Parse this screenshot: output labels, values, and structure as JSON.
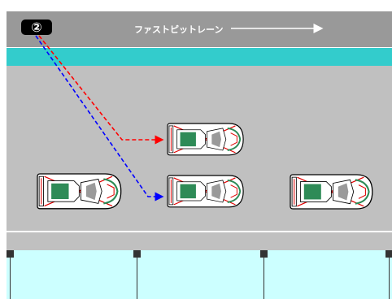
{
  "diagram": {
    "step_number": "②",
    "lane_label": "ファストピットレーン",
    "colors": {
      "lane": "#999999",
      "pit_wall": "#33cccc",
      "pit_area": "#c0c0c0",
      "garage": "#ccffff",
      "route_red": "#ff0000",
      "route_blue": "#0000ff",
      "car_accent_green": "#2e8b57",
      "car_accent_red": "#e00000"
    },
    "cars": [
      {
        "id": "car-upper-target",
        "role": "stopped-car"
      },
      {
        "id": "car-lower-target",
        "role": "stopped-car"
      },
      {
        "id": "car-left",
        "role": "stopped-car"
      },
      {
        "id": "car-right",
        "role": "stopped-car"
      }
    ],
    "routes": [
      {
        "id": "route-red",
        "color": "red",
        "to": "car-upper-target"
      },
      {
        "id": "route-blue",
        "color": "blue",
        "to": "car-lower-target"
      }
    ]
  }
}
